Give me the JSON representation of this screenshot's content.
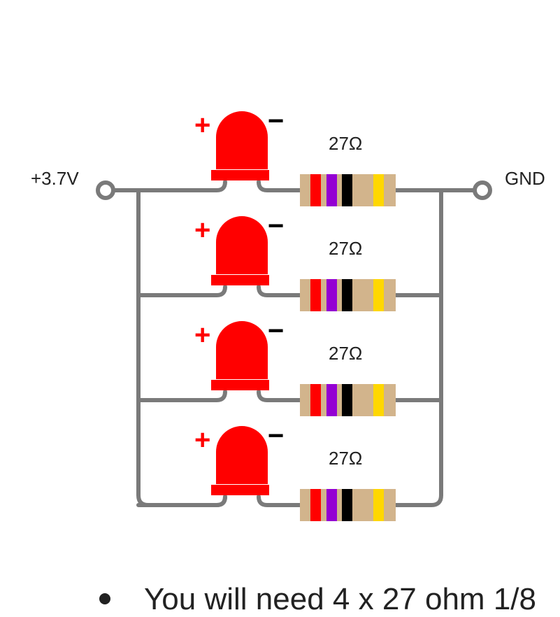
{
  "diagram": {
    "supply_label": "+3.7V",
    "ground_label": "GND",
    "polarity_plus": "+",
    "polarity_minus": "−",
    "branches": [
      {
        "resistor_label": "27Ω"
      },
      {
        "resistor_label": "27Ω"
      },
      {
        "resistor_label": "27Ω"
      },
      {
        "resistor_label": "27Ω"
      }
    ],
    "colors": {
      "wire": "#7a7a7a",
      "led": "#ff0000",
      "resistor_body": "#d2b48c",
      "band_1": "#ff0000",
      "band_2": "#9400d3",
      "band_3": "#000000",
      "band_tolerance": "#ffd700"
    }
  },
  "instructions": {
    "bullet_text": "You will need 4 x 27 ohm 1/8"
  }
}
